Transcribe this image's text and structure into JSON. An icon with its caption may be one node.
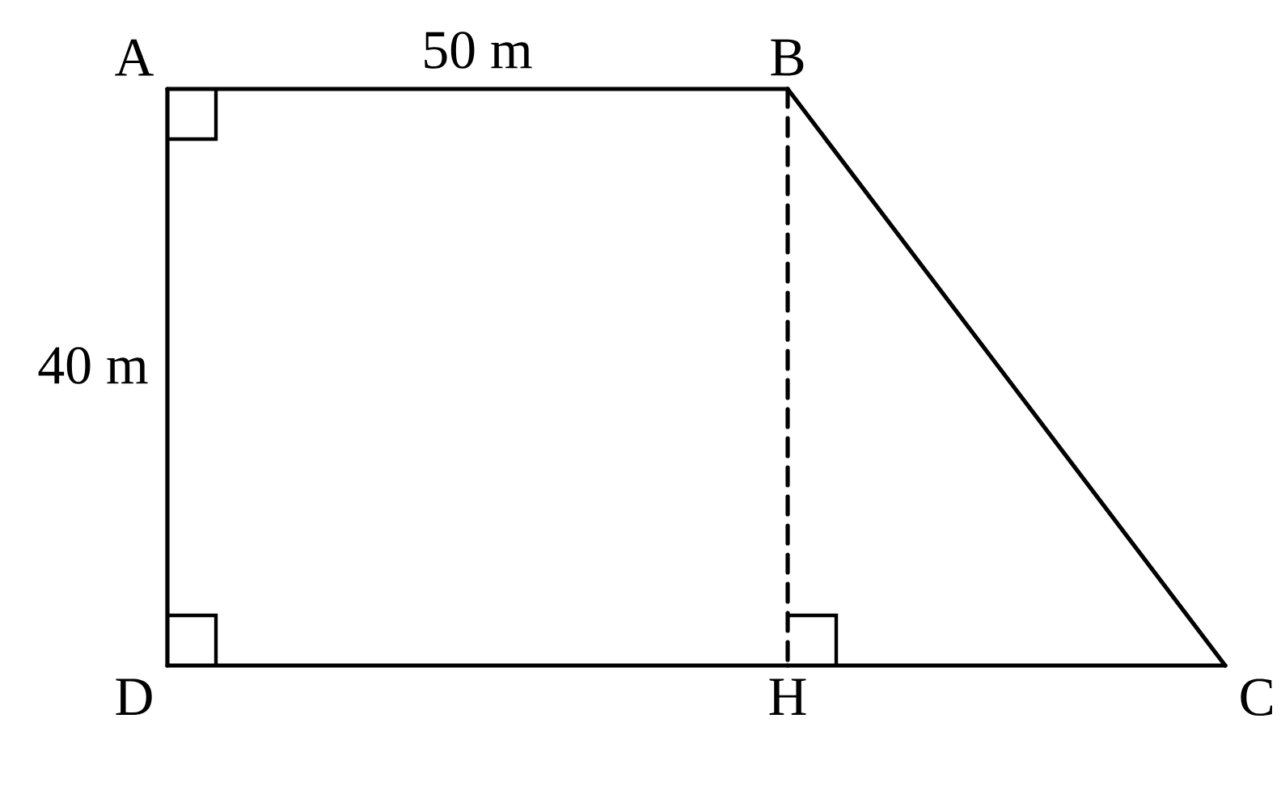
{
  "diagram": {
    "nodes": [
      {
        "text": [
          "A"
        ]
      },
      {
        "text": [
          "B"
        ]
      },
      {
        "text": [
          "D"
        ]
      },
      {
        "text": [
          "H"
        ]
      },
      {
        "text": [
          "C"
        ]
      }
    ],
    "edges": [
      {
        "from": 0,
        "to": 1,
        "arrow": "none"
      },
      {
        "from": 1,
        "to": 4,
        "arrow": "none"
      },
      {
        "from": 2,
        "to": 3,
        "arrow": "none"
      },
      {
        "from": 3,
        "to": 4,
        "arrow": "none"
      },
      {
        "from": 0,
        "to": 2,
        "arrow": "none"
      },
      {
        "from": 1,
        "to": 3,
        "arrow": "none",
        "style": "dashed"
      }
    ],
    "labels": [
      "50 m",
      "40 m"
    ]
  }
}
